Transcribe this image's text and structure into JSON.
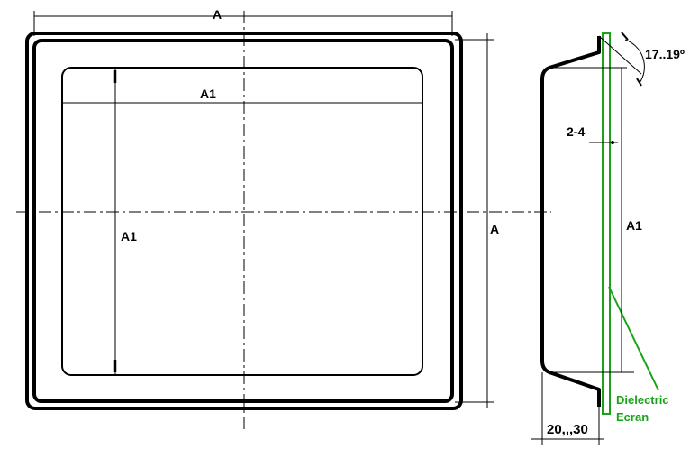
{
  "labels": {
    "outer_width": "A",
    "inner_width": "A1",
    "inner_height": "A1",
    "outer_height": "A",
    "side_height": "A1",
    "gap": "2-4",
    "angle": "17..19º",
    "depth": "20,,,30",
    "screen_line1": "Dielectric",
    "screen_line2": "Ecran"
  },
  "colors": {
    "outline": "#000000",
    "screen": "#1aa31a"
  }
}
